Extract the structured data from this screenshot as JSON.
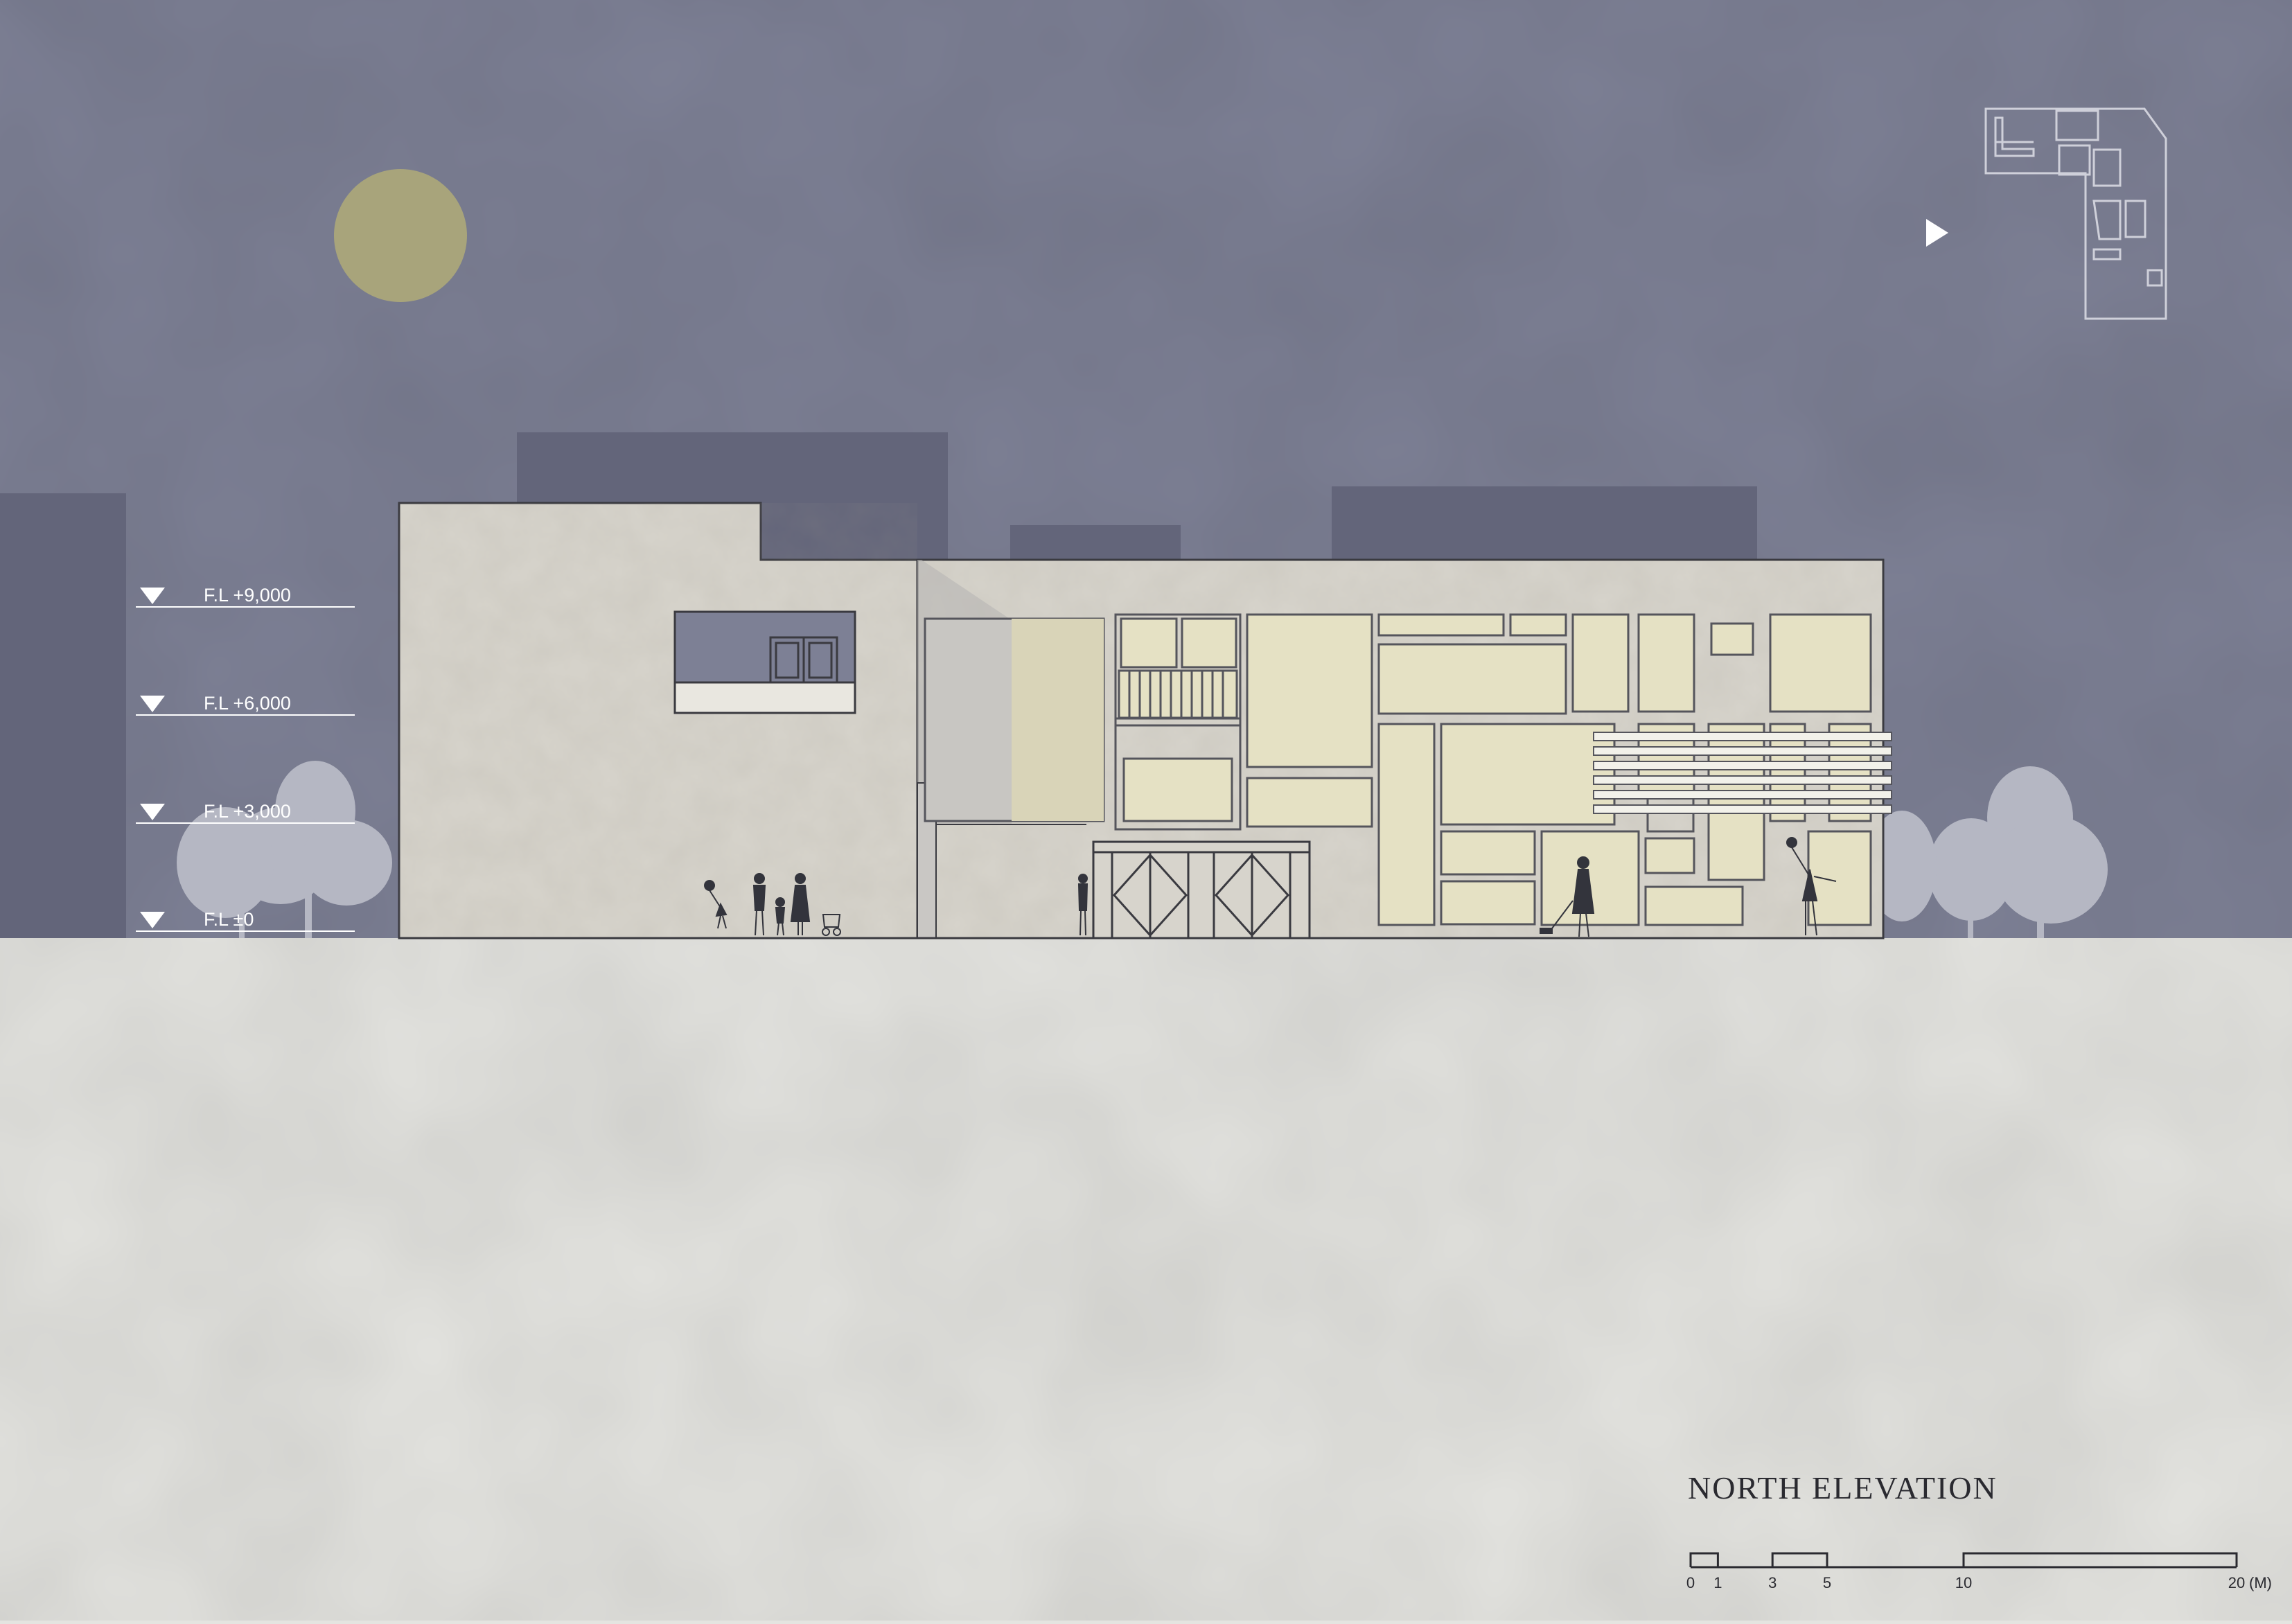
{
  "drawing": {
    "title": "NORTH ELEVATION",
    "levels": [
      {
        "label": "F.L +9,000",
        "elevation_mm": 9000
      },
      {
        "label": "F.L +6,000",
        "elevation_mm": 6000
      },
      {
        "label": "F.L +3,000",
        "elevation_mm": 3000
      },
      {
        "label": "F.L ±0",
        "elevation_mm": 0
      }
    ],
    "scale_bar": {
      "ticks": [
        "0",
        "1",
        "3",
        "5",
        "10",
        "20"
      ],
      "unit": "(M)"
    }
  },
  "colors": {
    "sky": "#7d8095",
    "ground": "#e4e4e0",
    "background_blocks": "#63657a",
    "facade": "#d7d4cc",
    "panel_fill": "#e5e1c4",
    "moon": "#a8a47b",
    "line": "#3a3a40",
    "tree": "#b5b7c3",
    "label_text": "#ffffff"
  },
  "icons": {
    "level_marker": "inverted-triangle",
    "north_indicator": "play-triangle-icon",
    "key_plan": "site-key-plan"
  }
}
